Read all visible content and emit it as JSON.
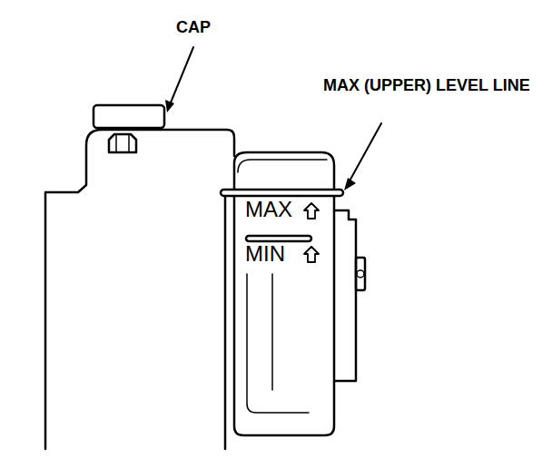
{
  "diagram": {
    "labels": [
      "CAP",
      "MAX (UPPER) LEVEL LINE",
      "MAX",
      "MIN"
    ]
  }
}
